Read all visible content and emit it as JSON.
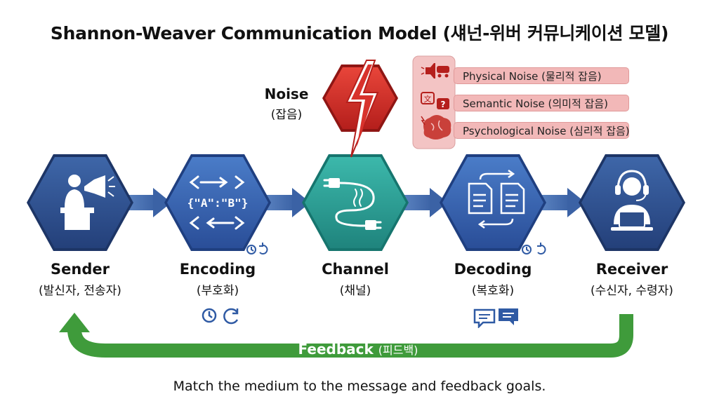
{
  "title": "Shannon-Weaver Communication Model (섀넌-위버 커뮤니케이션 모델)",
  "nodes": [
    {
      "en": "Sender",
      "ko": "(발신자, 전송자)",
      "color": "#2f4f8a",
      "icon": "speaker-podium-megaphone-icon"
    },
    {
      "en": "Encoding",
      "ko": "(부호화)",
      "color": "#2f5aa4",
      "icon": "code-arrows-icon",
      "code_text": "{\"A\":\"B\"}"
    },
    {
      "en": "Channel",
      "ko": "(채널)",
      "color": "#2a9b92",
      "icon": "cable-plug-icon"
    },
    {
      "en": "Decoding",
      "ko": "(복호화)",
      "color": "#2f5aa4",
      "icon": "document-exchange-icon"
    },
    {
      "en": "Receiver",
      "ko": "(수신자, 수령자)",
      "color": "#2f4f8a",
      "icon": "headset-laptop-icon"
    }
  ],
  "noise": {
    "en": "Noise",
    "ko": "(잡음)",
    "color": "#d8322c",
    "types": [
      {
        "label": "Physical Noise (물리적 잡음)",
        "icon": "traffic-megaphone-icon"
      },
      {
        "label": "Semantic Noise (의미적 잡음)",
        "icon": "translation-question-icon"
      },
      {
        "label": "Psychological Noise (심리적 잡음)",
        "icon": "brain-stress-icon"
      }
    ]
  },
  "feedback": {
    "en": "Feedback",
    "ko": "(피드백)",
    "color": "#3f9b3b"
  },
  "caption": "Match the medium to the message and feedback goals."
}
